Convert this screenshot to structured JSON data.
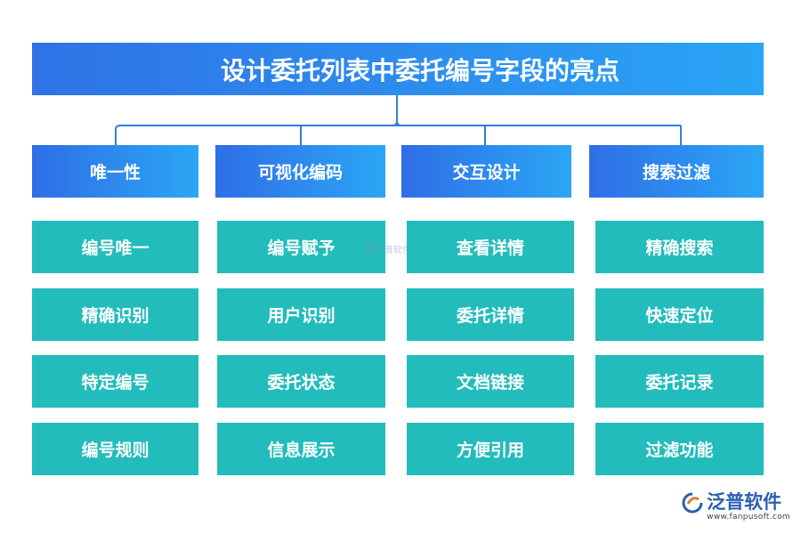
{
  "title": "设计委托列表中委托编号字段的亮点",
  "colors": {
    "title_gradient": [
      "#2f73e6",
      "#2aa4f5"
    ],
    "category_gradient": [
      "#2f6ee6",
      "#2ba6f5"
    ],
    "item_bg": "#22bcbc",
    "connector": "#2f7fe0"
  },
  "columns": [
    {
      "category": "唯一性",
      "items": [
        "编号唯一",
        "精确识别",
        "特定编号",
        "编号规则"
      ]
    },
    {
      "category": "可视化编码",
      "items": [
        "编号赋予",
        "用户识别",
        "委托状态",
        "信息展示"
      ]
    },
    {
      "category": "交互设计",
      "items": [
        "查看详情",
        "委托详情",
        "文档链接",
        "方便引用"
      ]
    },
    {
      "category": "搜索过滤",
      "items": [
        "精确搜索",
        "快速定位",
        "委托记录",
        "过滤功能"
      ]
    }
  ],
  "watermark": {
    "icon": "fanpu-logo-icon",
    "text": "泛普软件"
  },
  "logo": {
    "icon": "fanpu-logo-icon",
    "name": "泛普软件",
    "url": "www.fanpusoft.com"
  }
}
